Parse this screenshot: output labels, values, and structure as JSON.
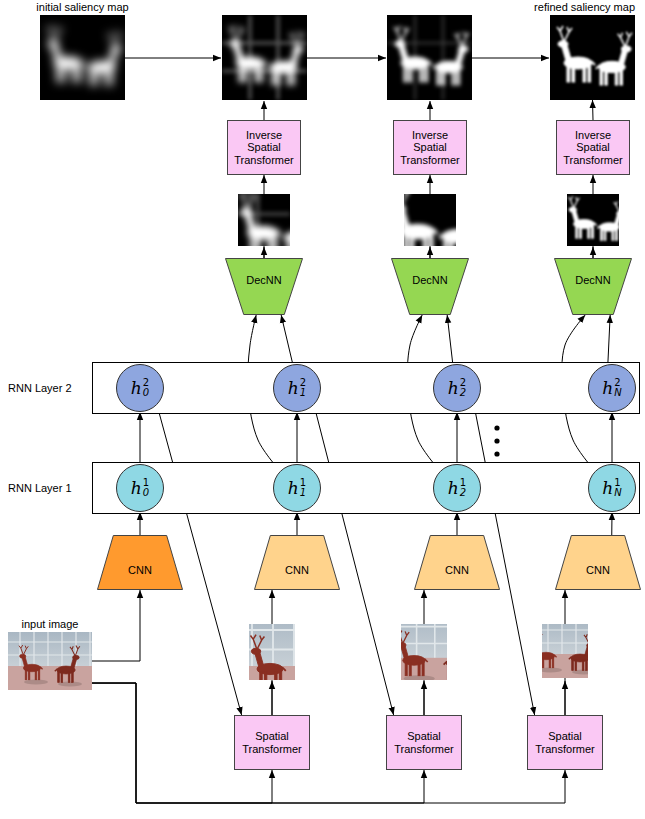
{
  "diagram": {
    "nodes": [
      {
        "text": [
          "initial saliency map"
        ]
      },
      {
        "text": [
          "refined saliency map"
        ]
      },
      {
        "text": [
          "Inverse Spatial Transformer"
        ]
      },
      {
        "text": [
          "Inverse Spatial Transformer"
        ]
      },
      {
        "text": [
          "Inverse Spatial Transformer"
        ]
      },
      {
        "text": [
          "DecNN"
        ]
      },
      {
        "text": [
          "DecNN"
        ]
      },
      {
        "text": [
          "DecNN"
        ]
      },
      {
        "text": [
          "RNN Layer 2"
        ]
      },
      {
        "text": [
          "h",
          "0",
          "2"
        ],
        "in": 8
      },
      {
        "text": [
          "h",
          "1",
          "2"
        ],
        "in": 8
      },
      {
        "text": [
          "h",
          "2",
          "2"
        ],
        "in": 8
      },
      {
        "text": [
          "h",
          "N",
          "2"
        ],
        "in": 8
      },
      {
        "text": [
          "RNN Layer 1"
        ]
      },
      {
        "text": [
          "h",
          "0",
          "1"
        ],
        "in": 13
      },
      {
        "text": [
          "h",
          "1",
          "1"
        ],
        "in": 13
      },
      {
        "text": [
          "h",
          "2",
          "1"
        ],
        "in": 13
      },
      {
        "text": [
          "h",
          "N",
          "1"
        ],
        "in": 13
      },
      {
        "text": [
          "CNN"
        ]
      },
      {
        "text": [
          "CNN"
        ]
      },
      {
        "text": [
          "CNN"
        ]
      },
      {
        "text": [
          "CNN"
        ]
      },
      {
        "text": [
          "input image"
        ]
      },
      {
        "text": [
          "Spatial Transformer"
        ]
      },
      {
        "text": [
          "Spatial Transformer"
        ]
      },
      {
        "text": [
          "Spatial Transformer"
        ]
      }
    ],
    "edges": [
      {
        "from": 4,
        "to": 1,
        "arrow": "to"
      },
      {
        "from": 5,
        "to": 2,
        "arrow": "to"
      },
      {
        "from": 6,
        "to": 3,
        "arrow": "to"
      },
      {
        "from": 7,
        "to": 4,
        "arrow": "to"
      },
      {
        "from": 9,
        "to": 10,
        "arrow": "to"
      },
      {
        "from": 10,
        "to": 11,
        "arrow": "to"
      },
      {
        "from": 11,
        "to": 12,
        "arrow": "to"
      },
      {
        "from": 14,
        "to": 15,
        "arrow": "to"
      },
      {
        "from": 15,
        "to": 16,
        "arrow": "to"
      },
      {
        "from": 16,
        "to": 17,
        "arrow": "to"
      },
      {
        "from": 14,
        "to": 9,
        "arrow": "to"
      },
      {
        "from": 15,
        "to": 10,
        "arrow": "to"
      },
      {
        "from": 16,
        "to": 11,
        "arrow": "to"
      },
      {
        "from": 17,
        "to": 12,
        "arrow": "to"
      },
      {
        "from": 10,
        "to": 5,
        "arrow": "to"
      },
      {
        "from": 11,
        "to": 6,
        "arrow": "to"
      },
      {
        "from": 12,
        "to": 7,
        "arrow": "to"
      },
      {
        "from": 15,
        "to": 5,
        "arrow": "to"
      },
      {
        "from": 16,
        "to": 6,
        "arrow": "to"
      },
      {
        "from": 17,
        "to": 7,
        "arrow": "to"
      },
      {
        "from": 18,
        "to": 14,
        "arrow": "to"
      },
      {
        "from": 19,
        "to": 15,
        "arrow": "to"
      },
      {
        "from": 20,
        "to": 16,
        "arrow": "to"
      },
      {
        "from": 21,
        "to": 17,
        "arrow": "to"
      },
      {
        "from": 22,
        "to": 18,
        "arrow": "to"
      },
      {
        "from": 22,
        "to": 23,
        "arrow": "to"
      },
      {
        "from": 22,
        "to": 24,
        "arrow": "to"
      },
      {
        "from": 22,
        "to": 25,
        "arrow": "to"
      },
      {
        "from": 9,
        "to": 23,
        "arrow": "to"
      },
      {
        "from": 10,
        "to": 24,
        "arrow": "to"
      },
      {
        "from": 11,
        "to": 25,
        "arrow": "to"
      },
      {
        "from": 23,
        "to": 19,
        "arrow": "to"
      },
      {
        "from": 24,
        "to": 20,
        "arrow": "to"
      },
      {
        "from": 25,
        "to": 21,
        "arrow": "to"
      }
    ]
  }
}
